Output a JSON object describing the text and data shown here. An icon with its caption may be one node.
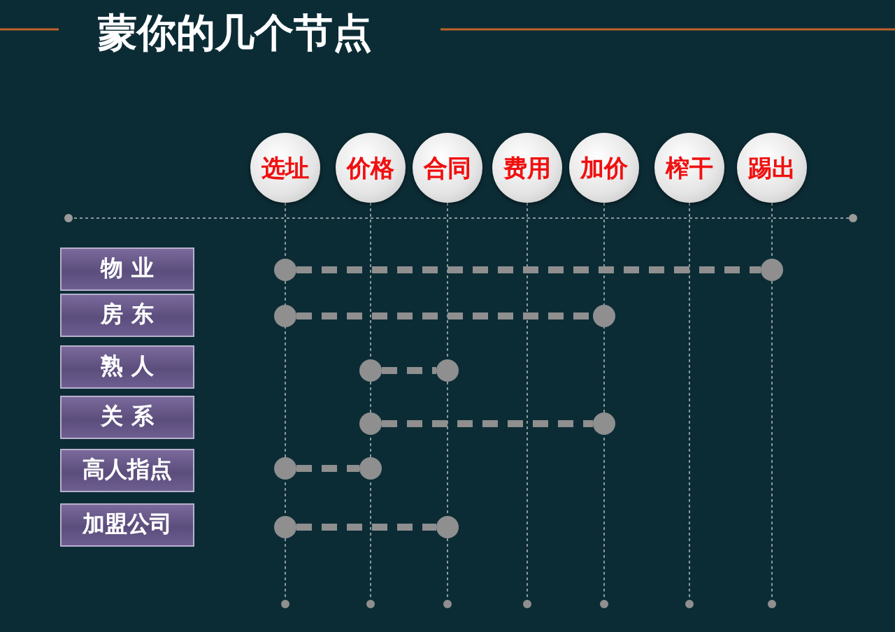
{
  "diagram": {
    "title": "蒙你的几个节点",
    "nodes": [
      {
        "text": [
          "选址"
        ]
      },
      {
        "text": [
          "价格"
        ]
      },
      {
        "text": [
          "合同"
        ]
      },
      {
        "text": [
          "费用"
        ]
      },
      {
        "text": [
          "加价"
        ]
      },
      {
        "text": [
          "榨干"
        ]
      },
      {
        "text": [
          "踢出"
        ]
      },
      {
        "text": [
          "物 业"
        ]
      },
      {
        "text": [
          "房 东"
        ]
      },
      {
        "text": [
          "熟 人"
        ]
      },
      {
        "text": [
          "关 系"
        ]
      },
      {
        "text": [
          "高人指点"
        ]
      },
      {
        "text": [
          "加盟公司"
        ]
      },
      {
        "text": [],
        "shape": "circle"
      },
      {
        "text": [],
        "shape": "circle"
      },
      {
        "text": [],
        "shape": "circle"
      },
      {
        "text": [],
        "shape": "circle"
      },
      {
        "text": [],
        "shape": "circle"
      },
      {
        "text": [],
        "shape": "circle"
      },
      {
        "text": [],
        "shape": "circle"
      },
      {
        "text": [],
        "shape": "circle"
      },
      {
        "text": [],
        "shape": "circle"
      },
      {
        "text": [],
        "shape": "circle"
      },
      {
        "text": [],
        "shape": "circle"
      },
      {
        "text": [],
        "shape": "circle"
      }
    ],
    "edges": [
      {
        "from": 13,
        "to": 14,
        "arrow": "none",
        "style": "dashed"
      },
      {
        "from": 15,
        "to": 16,
        "arrow": "none",
        "style": "dashed"
      },
      {
        "from": 17,
        "to": 18,
        "arrow": "none",
        "style": "dashed"
      },
      {
        "from": 19,
        "to": 20,
        "arrow": "none",
        "style": "dashed"
      },
      {
        "from": 21,
        "to": 22,
        "arrow": "none",
        "style": "dashed"
      },
      {
        "from": 23,
        "to": 24,
        "arrow": "none",
        "style": "dashed"
      }
    ]
  }
}
